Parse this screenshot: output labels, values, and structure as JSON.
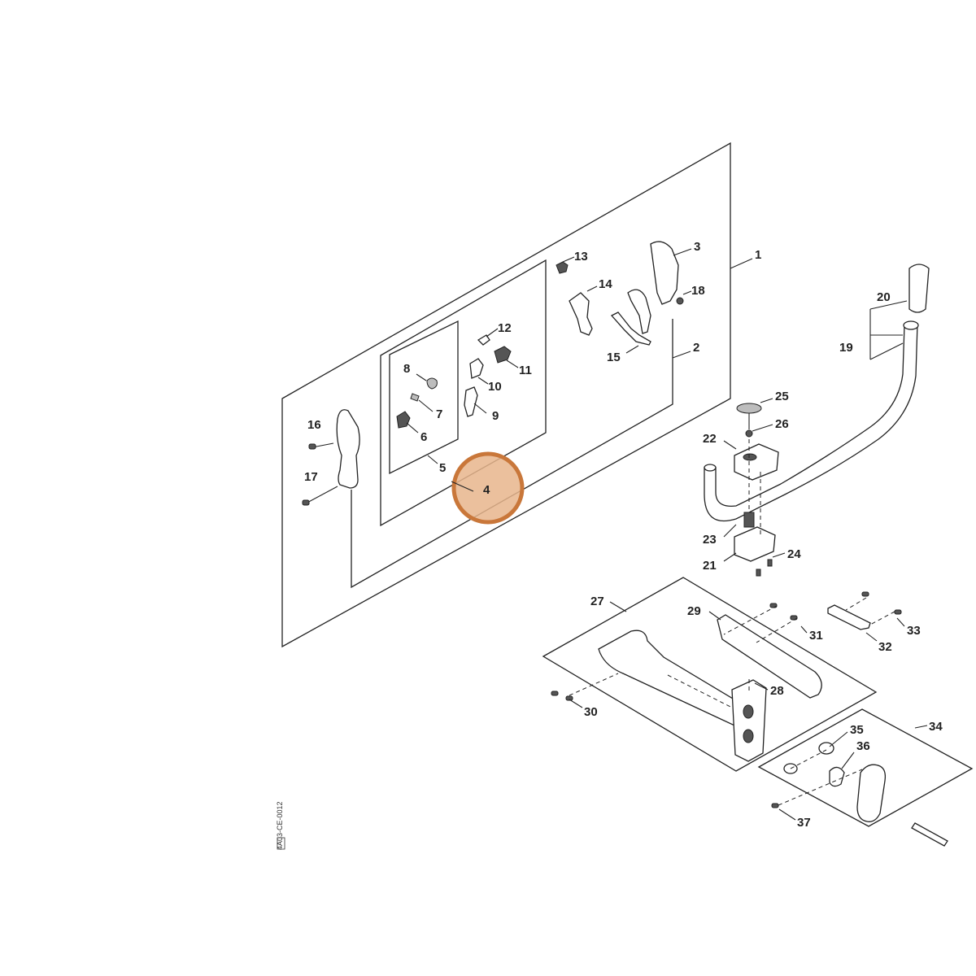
{
  "diagram": {
    "highlight": {
      "label": "4",
      "fill": "#e8b58c",
      "stroke": "#c9773a"
    },
    "callouts": [
      "1",
      "2",
      "3",
      "4",
      "5",
      "6",
      "7",
      "8",
      "9",
      "10",
      "11",
      "12",
      "13",
      "14",
      "15",
      "16",
      "17",
      "18",
      "19",
      "20",
      "21",
      "22",
      "23",
      "24",
      "25",
      "26",
      "27",
      "28",
      "29",
      "30",
      "31",
      "32",
      "33",
      "34",
      "35",
      "36",
      "37"
    ],
    "side_code": "4A03-CE-0012"
  }
}
